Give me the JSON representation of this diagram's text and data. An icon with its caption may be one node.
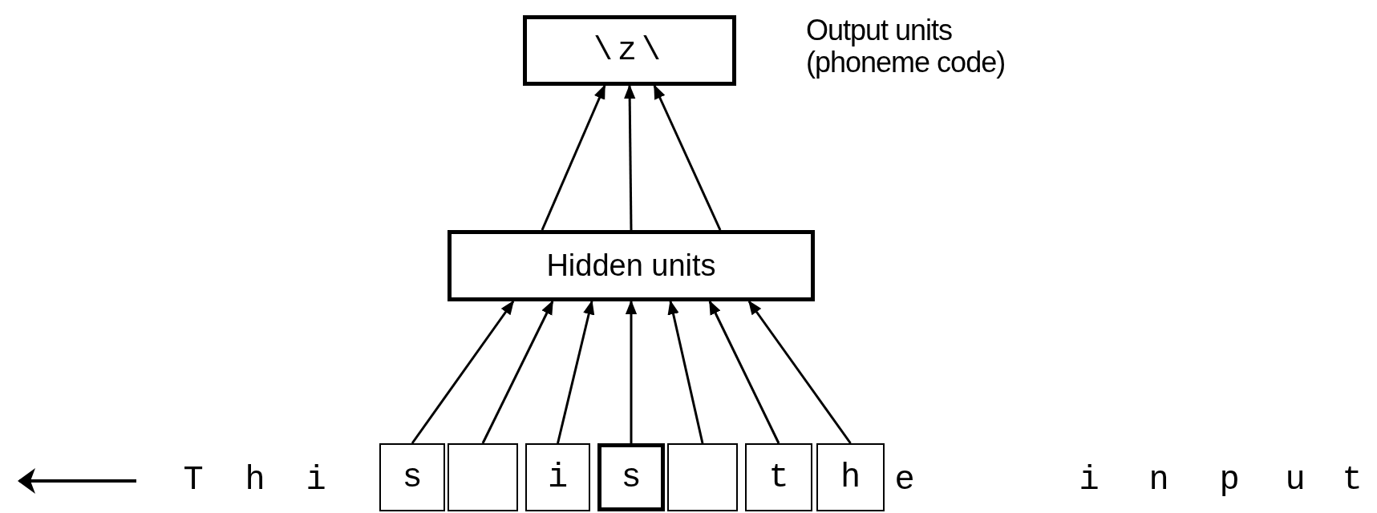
{
  "diagram": {
    "nodes": [
      {
        "text": [
          "\\z\\"
        ],
        "beside": [
          "Output units (phoneme code)"
        ]
      },
      {
        "text": [
          "Hidden units"
        ]
      },
      {
        "text": [
          "s"
        ]
      },
      {
        "text": [],
        "shape": "box"
      },
      {
        "text": [
          "i"
        ]
      },
      {
        "text": [
          "s"
        ]
      },
      {
        "text": [],
        "shape": "box"
      },
      {
        "text": [
          "t"
        ]
      },
      {
        "text": [
          "h"
        ]
      }
    ],
    "edges": [
      {
        "from": 1,
        "to": 0,
        "arrow": "to"
      },
      {
        "from": 1,
        "to": 0,
        "arrow": "to"
      },
      {
        "from": 1,
        "to": 0,
        "arrow": "to"
      },
      {
        "from": 2,
        "to": 1,
        "arrow": "to"
      },
      {
        "from": 3,
        "to": 1,
        "arrow": "to"
      },
      {
        "from": 4,
        "to": 1,
        "arrow": "to"
      },
      {
        "from": 5,
        "to": 1,
        "arrow": "to"
      },
      {
        "from": 6,
        "to": 1,
        "arrow": "to"
      },
      {
        "from": 7,
        "to": 1,
        "arrow": "to"
      },
      {
        "from": 8,
        "to": 1,
        "arrow": "to"
      }
    ],
    "labels": [
      "T",
      "h",
      "i",
      "e",
      "i",
      "n",
      "p",
      "u",
      "t"
    ]
  }
}
